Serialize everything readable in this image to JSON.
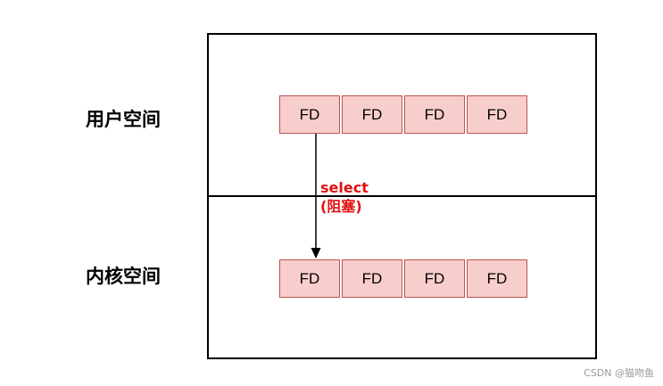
{
  "regions": {
    "user": {
      "label": "用户空间",
      "cells": [
        "FD",
        "FD",
        "FD",
        "FD"
      ]
    },
    "kernel": {
      "label": "内核空间",
      "cells": [
        "FD",
        "FD",
        "FD",
        "FD"
      ]
    }
  },
  "edge": {
    "line1": "select",
    "line2": "(阻塞)",
    "color": "#e01010"
  },
  "colors": {
    "cell_fill": "#f8cecc",
    "cell_border": "#b85450",
    "frame": "#000000"
  },
  "watermark": "CSDN @猫吻鱼"
}
